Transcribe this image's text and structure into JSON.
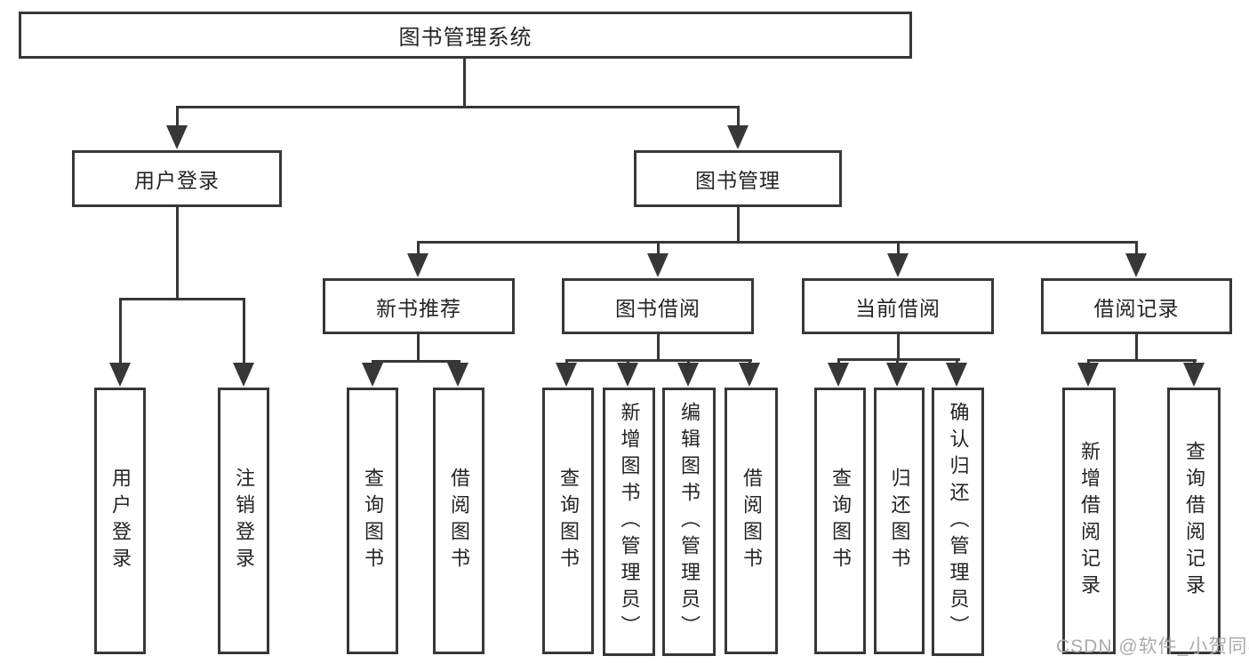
{
  "diagram": {
    "type": "functional-structure-tree",
    "colors": {
      "line": "#373737",
      "box_border": "#373737",
      "text": "#242424",
      "background": "#ffffff",
      "watermark": "#ababab"
    },
    "watermark": "CSDN @软件_小贺同学",
    "tree": {
      "root": {
        "label": "图书管理系统"
      },
      "branches": [
        {
          "label": "用户登录",
          "children": [
            {
              "label": "用户登录"
            },
            {
              "label": "注销登录"
            }
          ]
        },
        {
          "label": "图书管理",
          "children": [
            {
              "label": "新书推荐",
              "children": [
                {
                  "label": "查询图书"
                },
                {
                  "label": "借阅图书"
                }
              ]
            },
            {
              "label": "图书借阅",
              "children": [
                {
                  "label": "查询图书"
                },
                {
                  "label": "新增图书（管理员）"
                },
                {
                  "label": "编辑图书（管理员）"
                },
                {
                  "label": "借阅图书"
                }
              ]
            },
            {
              "label": "当前借阅",
              "children": [
                {
                  "label": "查询图书"
                },
                {
                  "label": "归还图书"
                },
                {
                  "label": "确认归还（管理员）"
                }
              ]
            },
            {
              "label": "借阅记录",
              "children": [
                {
                  "label": "新增借阅记录"
                },
                {
                  "label": "查询借阅记录"
                }
              ]
            }
          ]
        }
      ]
    }
  }
}
